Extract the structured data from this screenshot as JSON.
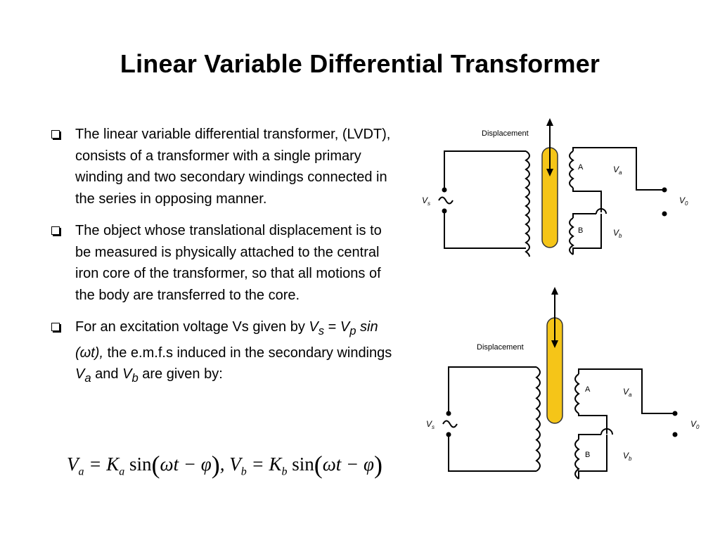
{
  "slide": {
    "title": "Linear Variable Differential Transformer",
    "bullet1": "The linear variable differential transformer, (LVDT), consists of a transformer with a single primary winding and two secondary windings connected in the series in opposing manner.",
    "bullet2": "The object whose translational displacement is to be measured is physically attached to the central iron core of the transformer, so that all motions of the body are transferred to the core.",
    "bullet3": {
      "p1": "For an excitation voltage Vs given by ",
      "vs": "V",
      "vs_sub": "s",
      "eq": " = ",
      "vp": "V",
      "vp_sub": "p",
      "sin": " sin (ωt),",
      "p2": " the e.m.f.s induced in the secondary windings ",
      "va": "V",
      "va_sub": "a",
      "and": " and ",
      "vb": "V",
      "vb_sub": "b",
      "p3": " are given by:"
    },
    "formula": {
      "lhs1": "V",
      "sub_a": "a",
      "eq1": " = K",
      "sub_ka": "a",
      "sin1": " sin",
      "arg": "ωt − φ",
      "comma": ", V",
      "sub_b": "b",
      "eq2": " = K",
      "sub_kb": "b",
      "sin2": " sin"
    }
  },
  "diagram": {
    "displacement": "Displacement",
    "vs": "V",
    "vs_sub": "s",
    "v0": "V",
    "v0_sub": "0",
    "a": "A",
    "b": "B",
    "va": "V",
    "va_sub": "a",
    "vb": "V",
    "vb_sub": "b"
  },
  "colors": {
    "core": "#f5c518",
    "core_stroke": "#333333"
  }
}
